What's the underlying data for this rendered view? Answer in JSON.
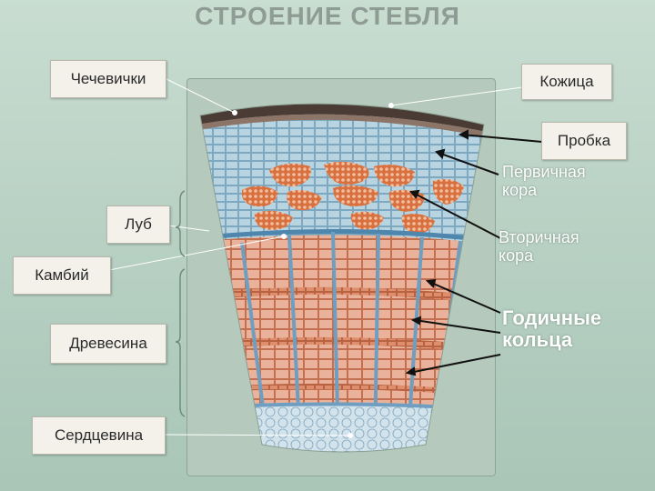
{
  "title": "СТРОЕНИЕ  СТЕБЛЯ",
  "labels": {
    "lenticels": "Чечевички",
    "skin": "Кожица",
    "cork": "Пробка",
    "bast": "Луб",
    "cambium": "Камбий",
    "wood": "Древесина",
    "pith": "Сердцевина",
    "primary_cortex": [
      "Первичная",
      "кора"
    ],
    "secondary_cortex": [
      "Вторичная",
      "кора"
    ],
    "annual_rings": [
      "Годичные",
      "кольца"
    ]
  },
  "colors": {
    "cork": "#4a3b34",
    "cortex_cells": "#a9c8d6",
    "phloem_fibers": "#d9703f",
    "wood": "#e5a489",
    "ray": "#7fa9c4",
    "pith": "#c9dce6"
  }
}
